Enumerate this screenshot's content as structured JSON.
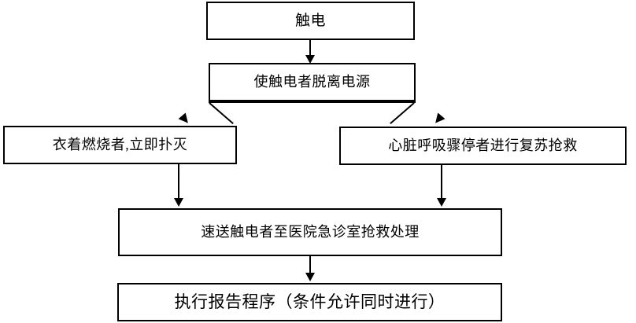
{
  "diagram": {
    "type": "flowchart",
    "orientation": "top-to-bottom",
    "colors": {
      "background": "#ffffff",
      "node_fill": "#ffffff",
      "node_border": "#000000",
      "text": "#000000",
      "connector": "#000000"
    },
    "nodes": [
      {
        "id": "incident",
        "label": "触电",
        "shape": "rectangle"
      },
      {
        "id": "disconnect",
        "label": "使触电者脱离电源",
        "shape": "rectangle"
      },
      {
        "id": "extinguish",
        "label": "衣着燃烧者,立即扑灭",
        "shape": "rectangle"
      },
      {
        "id": "resuscitate",
        "label": "心脏呼吸骤停者进行复苏抢救",
        "shape": "rectangle"
      },
      {
        "id": "transport",
        "label": "速送触电者至医院急诊室抢救处理",
        "shape": "rectangle"
      },
      {
        "id": "report",
        "label": "执行报告程序（条件允许同时进行）",
        "shape": "rectangle"
      }
    ],
    "edges": [
      {
        "from": "incident",
        "to": "disconnect",
        "style": "straight-arrow"
      },
      {
        "from": "disconnect",
        "to": "extinguish",
        "style": "branch-diagonal-arrow"
      },
      {
        "from": "disconnect",
        "to": "resuscitate",
        "style": "branch-diagonal-arrow"
      },
      {
        "from": "extinguish",
        "to": "transport",
        "style": "straight-arrow"
      },
      {
        "from": "resuscitate",
        "to": "transport",
        "style": "straight-arrow"
      },
      {
        "from": "transport",
        "to": "report",
        "style": "straight-arrow"
      }
    ]
  }
}
